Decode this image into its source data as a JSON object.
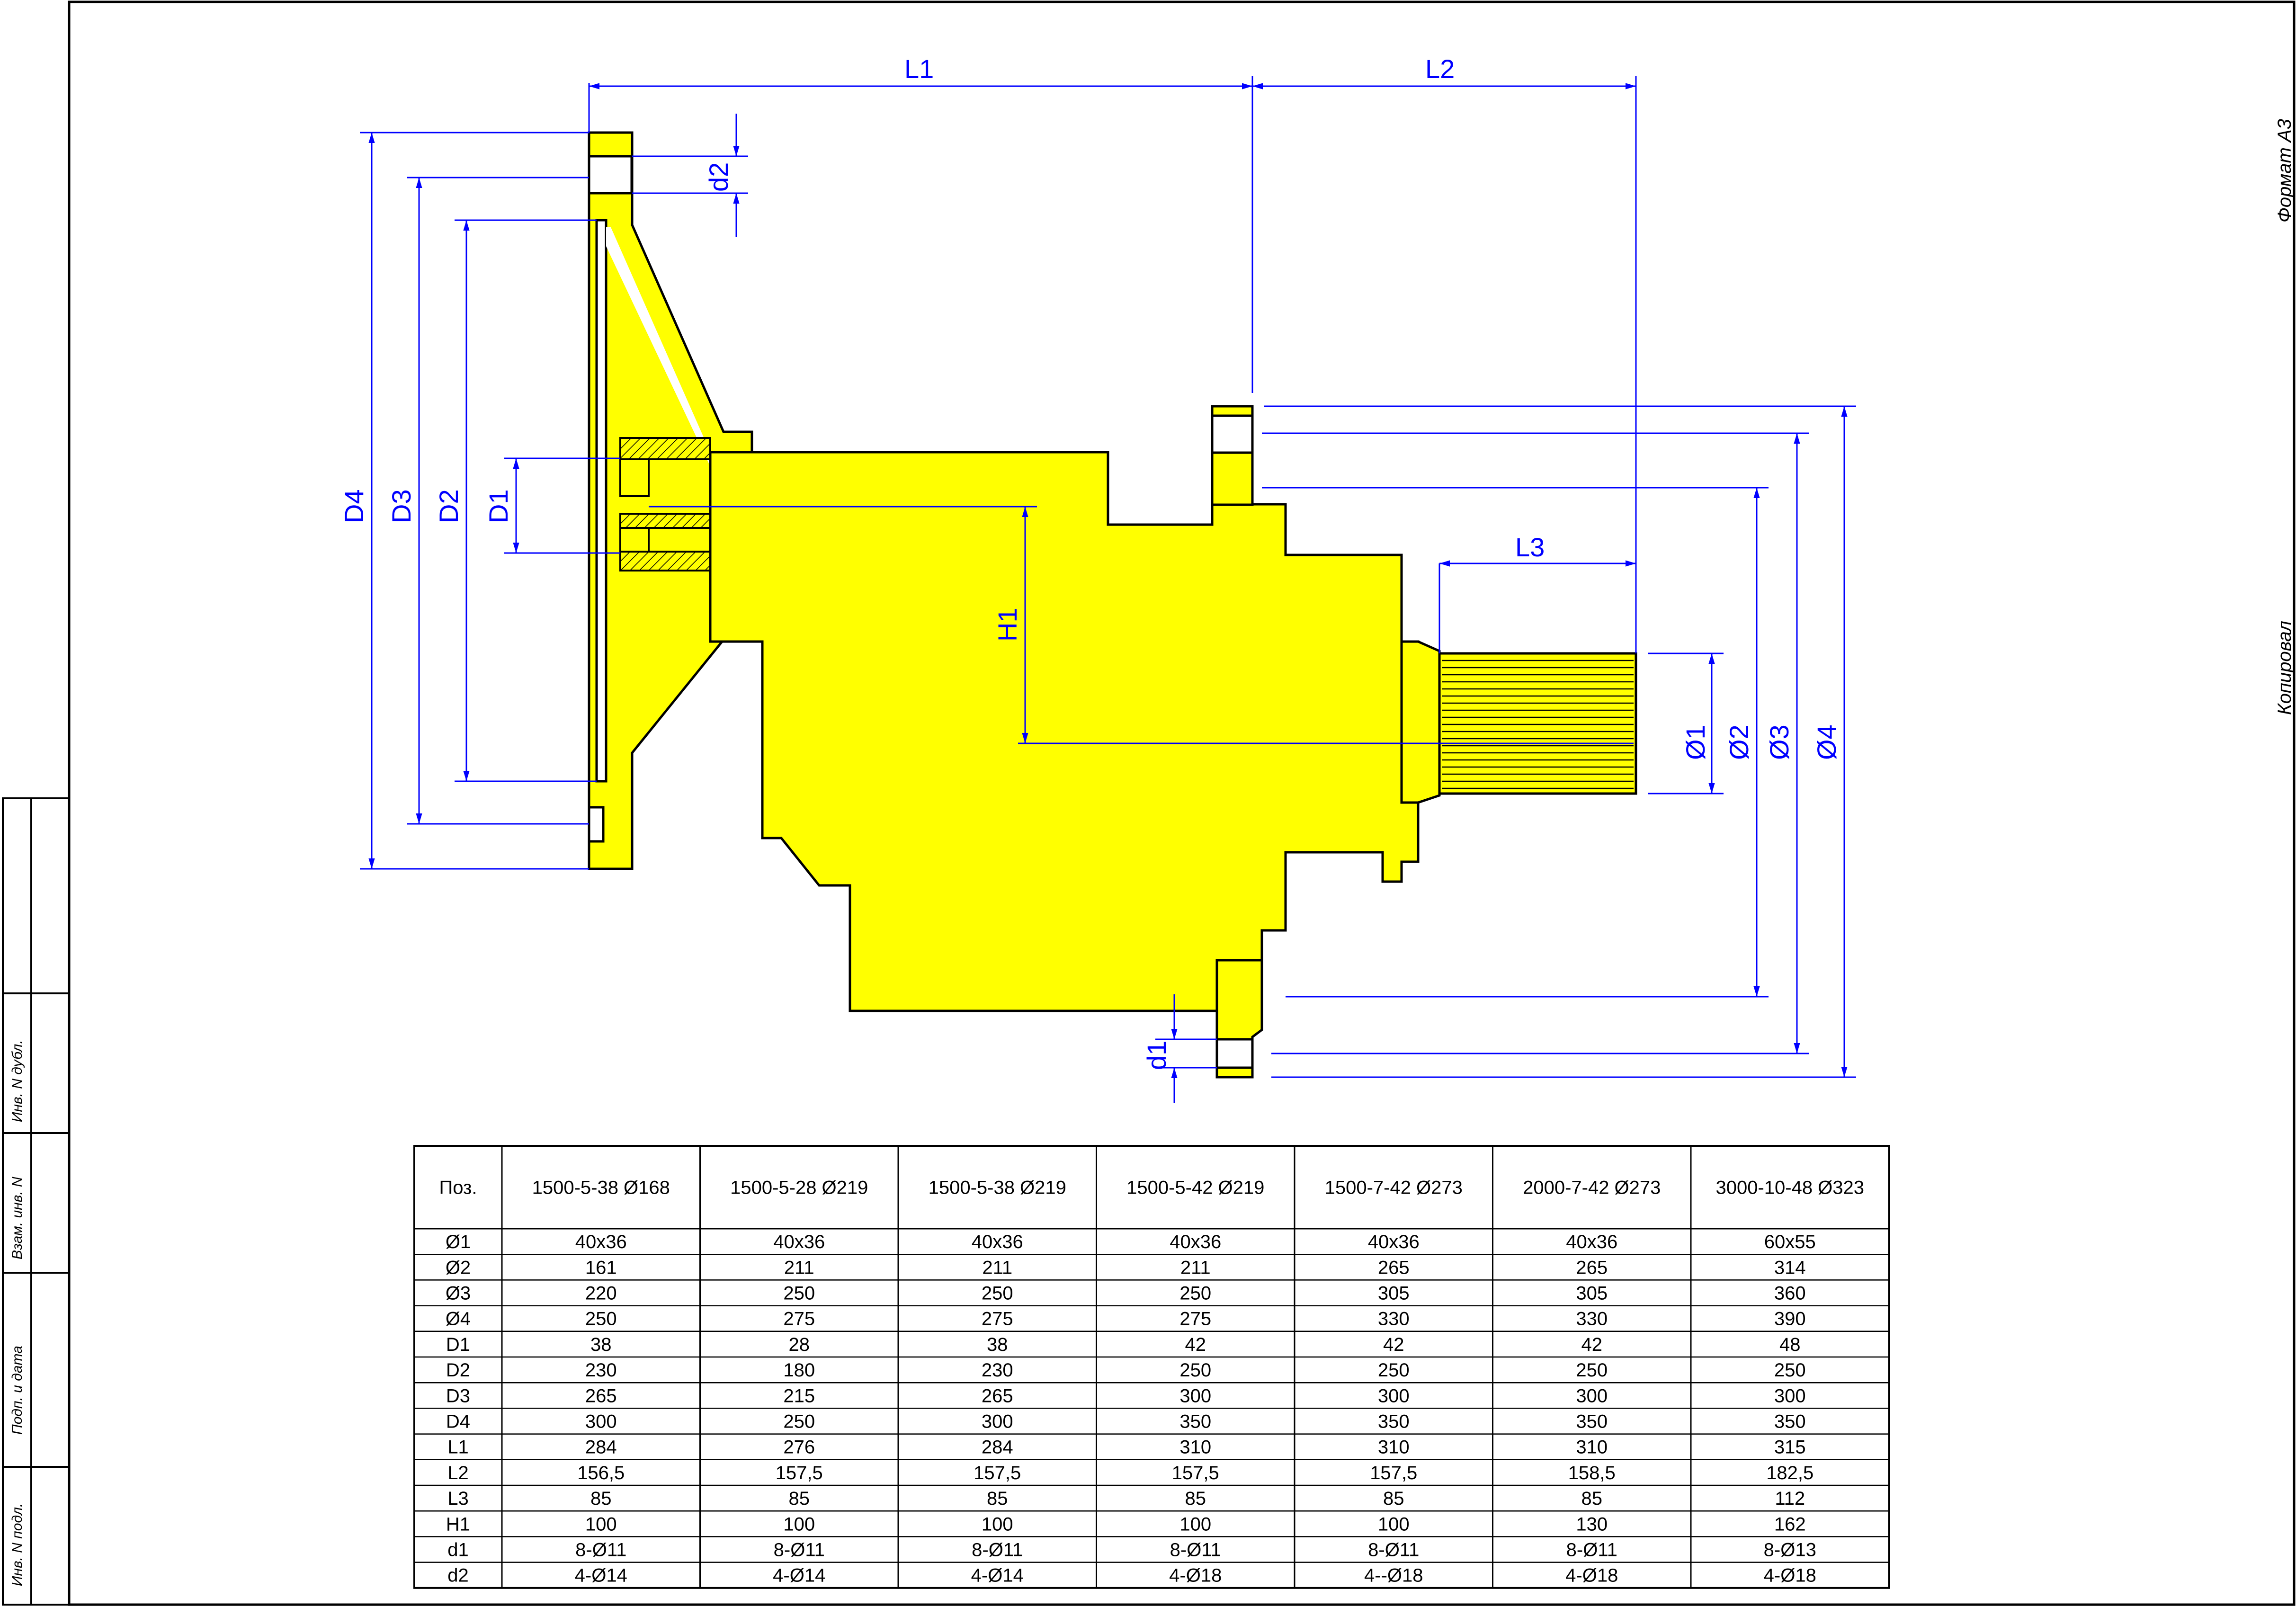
{
  "drawing": {
    "format_label": "Формат А3",
    "title_label": "Копировал",
    "stamp_labels": [
      "Инв. N подл.",
      "Подп. и дата",
      "Взам. инв. N",
      "Инв. N дубл."
    ]
  },
  "dimensions": {
    "L1": "L1",
    "L2": "L2",
    "L3": "L3",
    "D1": "D1",
    "D2": "D2",
    "D3": "D3",
    "D4": "D4",
    "d1": "d1",
    "d2": "d2",
    "H1": "H1",
    "O1": "Ø1",
    "O2": "Ø2",
    "O3": "Ø3",
    "O4": "Ø4"
  },
  "colors": {
    "part": "#ffff00",
    "dimension": "#0000ff",
    "outline": "#000000"
  },
  "table": {
    "header": [
      "Поз.",
      "1500-5-38 Ø168",
      "1500-5-28 Ø219",
      "1500-5-38 Ø219",
      "1500-5-42 Ø219",
      "1500-7-42 Ø273",
      "2000-7-42 Ø273",
      "3000-10-48 Ø323"
    ],
    "rows": [
      [
        "Ø1",
        "40x36",
        "40x36",
        "40x36",
        "40x36",
        "40x36",
        "40x36",
        "60x55"
      ],
      [
        "Ø2",
        "161",
        "211",
        "211",
        "211",
        "265",
        "265",
        "314"
      ],
      [
        "Ø3",
        "220",
        "250",
        "250",
        "250",
        "305",
        "305",
        "360"
      ],
      [
        "Ø4",
        "250",
        "275",
        "275",
        "275",
        "330",
        "330",
        "390"
      ],
      [
        "D1",
        "38",
        "28",
        "38",
        "42",
        "42",
        "42",
        "48"
      ],
      [
        "D2",
        "230",
        "180",
        "230",
        "250",
        "250",
        "250",
        "250"
      ],
      [
        "D3",
        "265",
        "215",
        "265",
        "300",
        "300",
        "300",
        "300"
      ],
      [
        "D4",
        "300",
        "250",
        "300",
        "350",
        "350",
        "350",
        "350"
      ],
      [
        "L1",
        "284",
        "276",
        "284",
        "310",
        "310",
        "310",
        "315"
      ],
      [
        "L2",
        "156,5",
        "157,5",
        "157,5",
        "157,5",
        "157,5",
        "158,5",
        "182,5"
      ],
      [
        "L3",
        "85",
        "85",
        "85",
        "85",
        "85",
        "85",
        "112"
      ],
      [
        "H1",
        "100",
        "100",
        "100",
        "100",
        "100",
        "130",
        "162"
      ],
      [
        "d1",
        "8-Ø11",
        "8-Ø11",
        "8-Ø11",
        "8-Ø11",
        "8-Ø11",
        "8-Ø11",
        "8-Ø13"
      ],
      [
        "d2",
        "4-Ø14",
        "4-Ø14",
        "4-Ø14",
        "4-Ø18",
        "4--Ø18",
        "4-Ø18",
        "4-Ø18"
      ]
    ]
  }
}
